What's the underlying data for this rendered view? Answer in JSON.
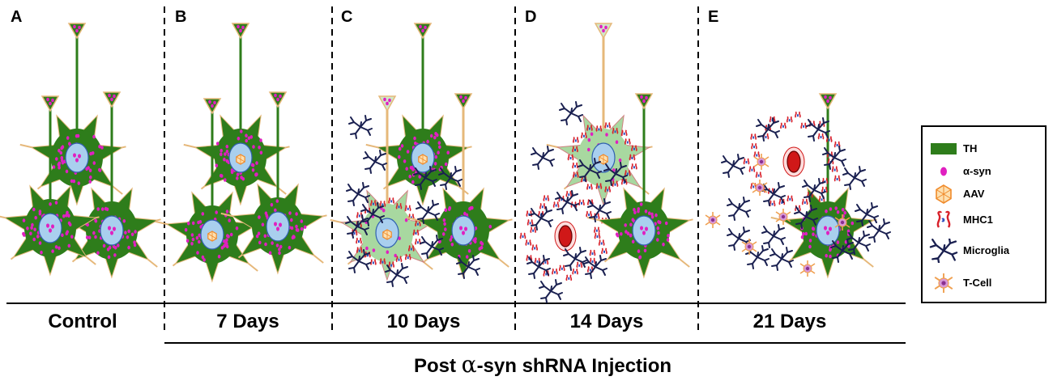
{
  "panels": [
    {
      "letter": "A",
      "label": "Control"
    },
    {
      "letter": "B",
      "label": "7 Days"
    },
    {
      "letter": "C",
      "label": "10 Days"
    },
    {
      "letter": "D",
      "label": "14 Days"
    },
    {
      "letter": "E",
      "label": "21 Days"
    }
  ],
  "caption": {
    "prefix": "Post",
    "alpha": "α",
    "suffix": "-syn shRNA Injection"
  },
  "legend": {
    "th": "TH",
    "asyn": "α-syn",
    "aav": "AAV",
    "mhc1": "MHC1",
    "microglia": "Microglia",
    "tcell": "T-Cell"
  },
  "colors": {
    "th_green": "#2e7d1b",
    "pale_green": "#a8d8a0",
    "axon_tan": "#e6b87a",
    "nucleus_blue": "#a9cfee",
    "asyn_magenta": "#e020c0",
    "aav_orange": "#f08a2a",
    "mhc1_red": "#d8202a",
    "microglia_navy": "#1a2050",
    "tcell_orange": "#f0a050",
    "nucleus_red": "#d01818"
  }
}
